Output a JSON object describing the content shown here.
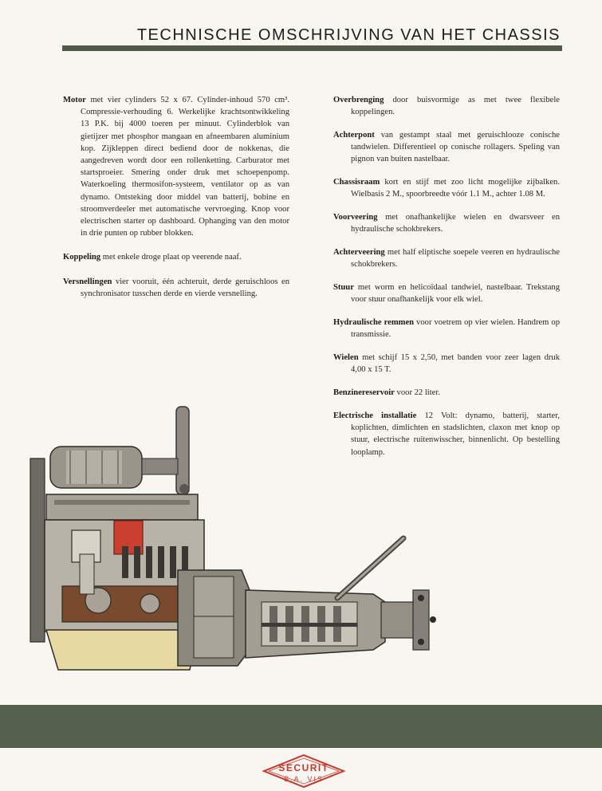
{
  "header": {
    "title": "TECHNISCHE OMSCHRIJVING VAN HET CHASSIS"
  },
  "left_column": [
    {
      "label": "Motor",
      "text": "met vier cylinders 52 x 67. Cylinder-inhoud 570 cm³. Compressie-verhouding 6. Werkelijke krachtsontwikkeling 13 P.K. bij 4000 toeren per minuut. Cylinderblok van gietijzer met phosphor mangaan en afneembaren aluminium kop. Zijkleppen direct bediend door de nokkenas, die aangedreven wordt door een rollenketting. Carburator met startsproeier. Smering onder druk met schoepenpomp. Waterkoeling thermosifon-systeem, ventilator op as van dynamo. Ontsteking door middel van batterij, bobine en stroomverdeeler met automatische vervroeging. Knop voor electrischen starter op dashboard. Ophanging van den motor in drie punten op rubber blokken."
    },
    {
      "label": "Koppeling",
      "text": "met enkele droge plaat op veerende naaf."
    },
    {
      "label": "Versnellingen",
      "text": "vier vooruit, één achteruit, derde geruischloos en synchronisator tusschen derde en vierde versnelling."
    }
  ],
  "right_column": [
    {
      "label": "Overbrenging",
      "text": "door buisvormige as met twee flexibele koppelingen."
    },
    {
      "label": "Achterpont",
      "text": "van gestampt staal met geruischlooze conische tandwielen. Differentieel op conische rollagers. Speling van pignon van buiten nastelbaar."
    },
    {
      "label": "Chassisraam",
      "text": "kort en stijf met zoo licht mogelijke zijbalken. Wielbasis 2 M., spoorbreedte vóór 1.1 M., achter 1.08 M."
    },
    {
      "label": "Voorveering",
      "text": "met onafhankelijke wielen en dwarsveer en hydraulische schokbrekers."
    },
    {
      "label": "Achterveering",
      "text": "met half eliptische soepele veeren en hydraulische schokbrekers."
    },
    {
      "label": "Stuur",
      "text": "met worm en helicoïdaal tandwiel, nastelbaar. Trekstang voor stuur onafhankelijk voor elk wiel."
    },
    {
      "label": "Hydraulische remmen",
      "text": "voor voetrem op vier wielen. Handrem op transmissie."
    },
    {
      "label": "Wielen",
      "text": "met schijf 15 x 2,50, met banden voor zeer lagen druk 4,00 x 15 T."
    },
    {
      "label": "Benzinereservoir",
      "text": "voor 22 liter."
    },
    {
      "label": "Electrische installatie",
      "text": "12 Volt: dynamo, batterij, starter, koplichten, dimlichten en stadslichten, claxon met knop op stuur, electrische ruitenwisscher, binnenlicht. Op bestelling looplamp."
    }
  ],
  "logo": {
    "word": "SECURIT",
    "sub": "S.A.  VIS",
    "color": "#c43a2f"
  },
  "colors": {
    "band": "#55604d",
    "page": "#f7f6f1",
    "engine_red": "#c9402e",
    "engine_brown": "#7a4a2c"
  },
  "illustration": {
    "subject": "engine-gearbox-cutaway"
  }
}
